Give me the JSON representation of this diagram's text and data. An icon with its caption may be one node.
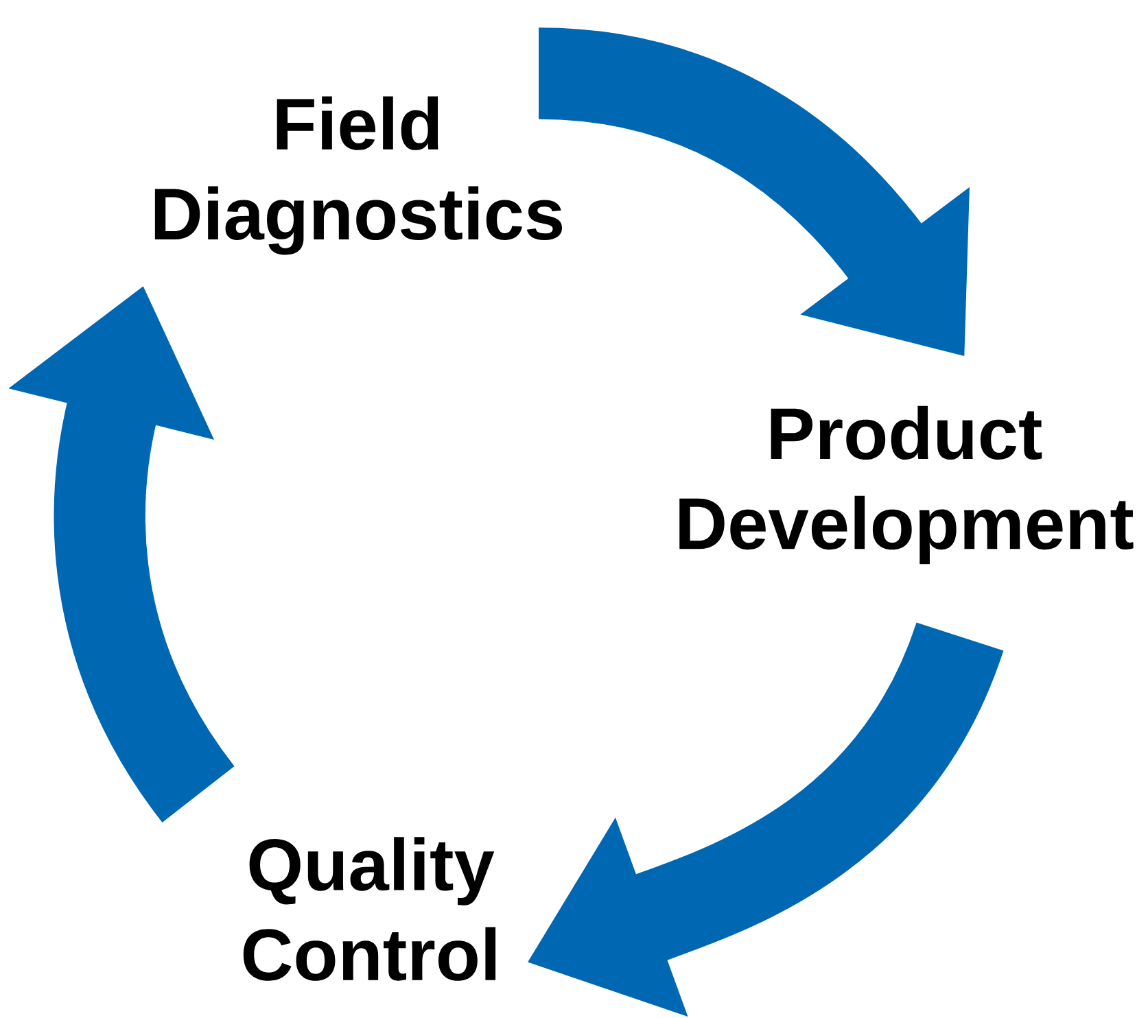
{
  "diagram": {
    "nodes": [
      {
        "text": [
          "Field Diagnostics"
        ]
      },
      {
        "text": [
          "Product Development"
        ]
      },
      {
        "text": [
          "Quality Control"
        ]
      }
    ],
    "edges": [
      {
        "from": 0,
        "to": 1,
        "arrow": "to"
      },
      {
        "from": 1,
        "to": 2,
        "arrow": "to"
      },
      {
        "from": 2,
        "to": 0,
        "arrow": "to"
      }
    ]
  }
}
